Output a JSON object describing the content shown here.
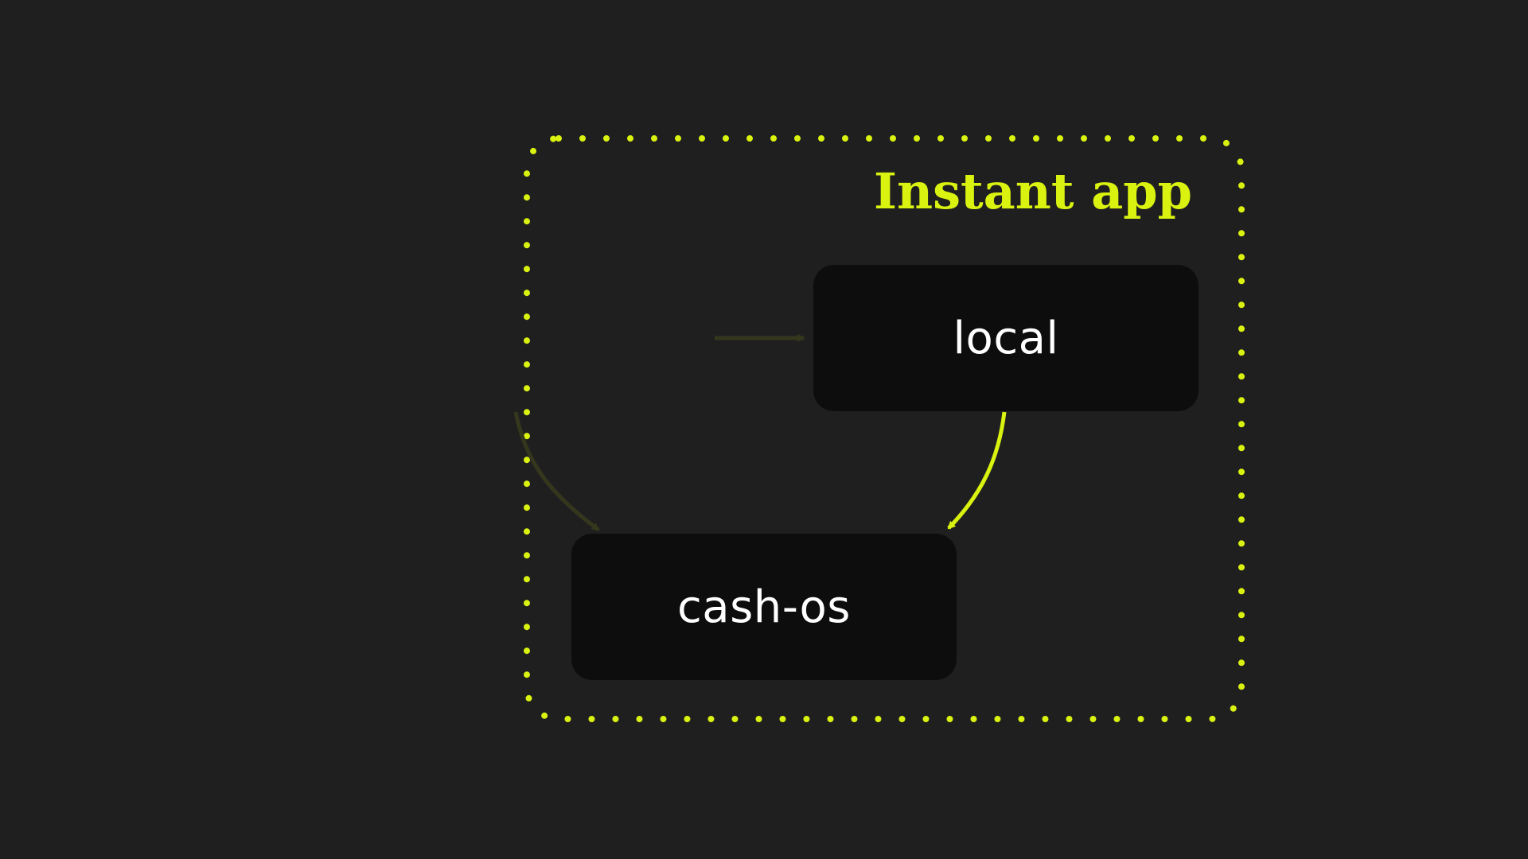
{
  "diagram": {
    "group": {
      "label": "Instant app",
      "color": "#d9f20f"
    },
    "nodes": [
      {
        "id": "local",
        "label": "local"
      },
      {
        "id": "cash-os",
        "label": "cash-os"
      }
    ],
    "edges": [
      {
        "from": "external",
        "to": "local",
        "style": "faded"
      },
      {
        "from": "external",
        "to": "cash-os",
        "style": "faded"
      },
      {
        "from": "local",
        "to": "cash-os",
        "style": "highlight"
      }
    ],
    "colors": {
      "background": "#201f20",
      "node_fill": "#0d0d0d",
      "node_text": "#ffffff",
      "accent": "#d9f20f",
      "faded_edge": "#35371d"
    }
  }
}
